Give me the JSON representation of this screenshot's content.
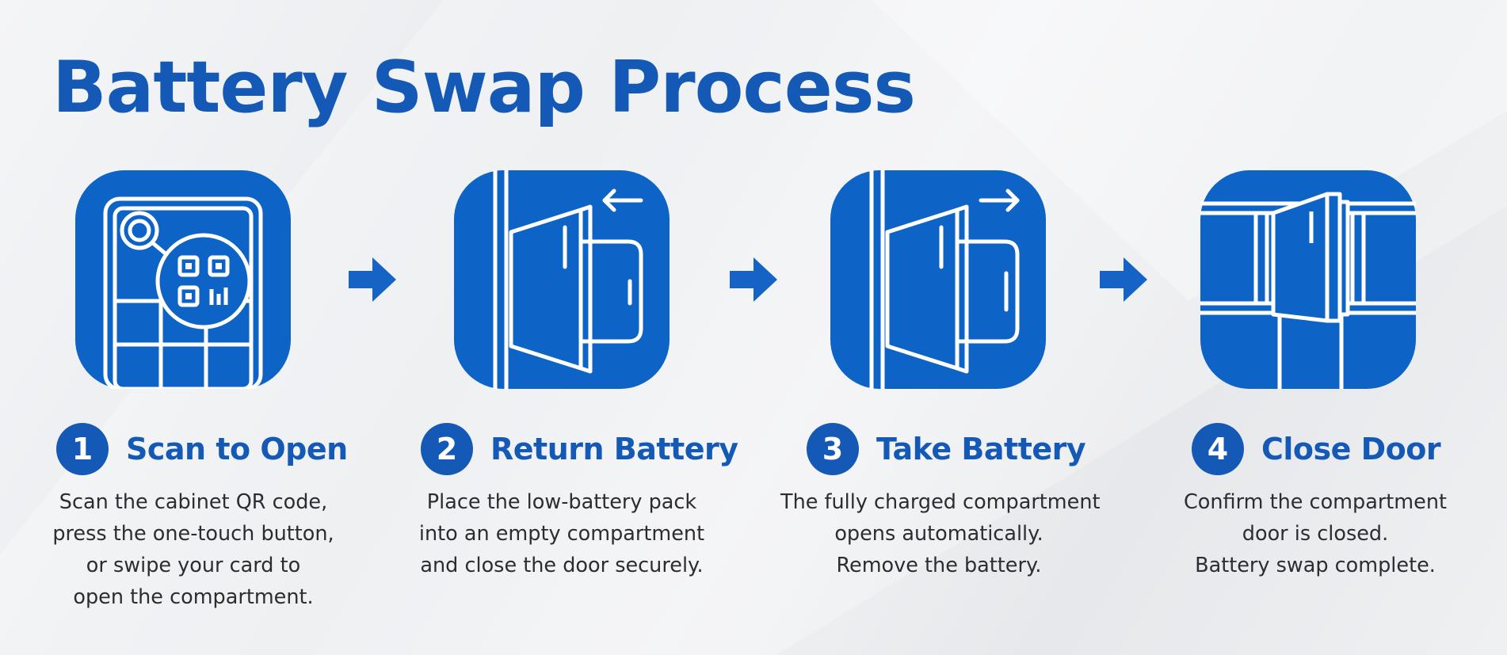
{
  "title": "Battery Swap Process",
  "colors": {
    "accent": "#1359b5",
    "icon_bg": "#0d63c6",
    "background": "#eceef1"
  },
  "steps": [
    {
      "number": "1",
      "title": "Scan to Open",
      "icon": "qr-scan-cabinet-icon",
      "description": [
        "Scan the cabinet QR code,",
        "press the one-touch button,",
        "or swipe your card to",
        "open the compartment."
      ]
    },
    {
      "number": "2",
      "title": "Return Battery",
      "icon": "battery-insert-icon",
      "description": [
        "Place the low-battery pack",
        "into an empty compartment",
        "and close the door securely."
      ]
    },
    {
      "number": "3",
      "title": "Take Battery",
      "icon": "battery-remove-icon",
      "description": [
        "The fully charged compartment",
        "opens automatically.",
        "Remove the battery."
      ]
    },
    {
      "number": "4",
      "title": "Close Door",
      "icon": "door-close-icon",
      "description": [
        "Confirm the compartment",
        "door is closed.",
        "Battery swap complete."
      ]
    }
  ],
  "connector_icon": "arrow-right-icon"
}
